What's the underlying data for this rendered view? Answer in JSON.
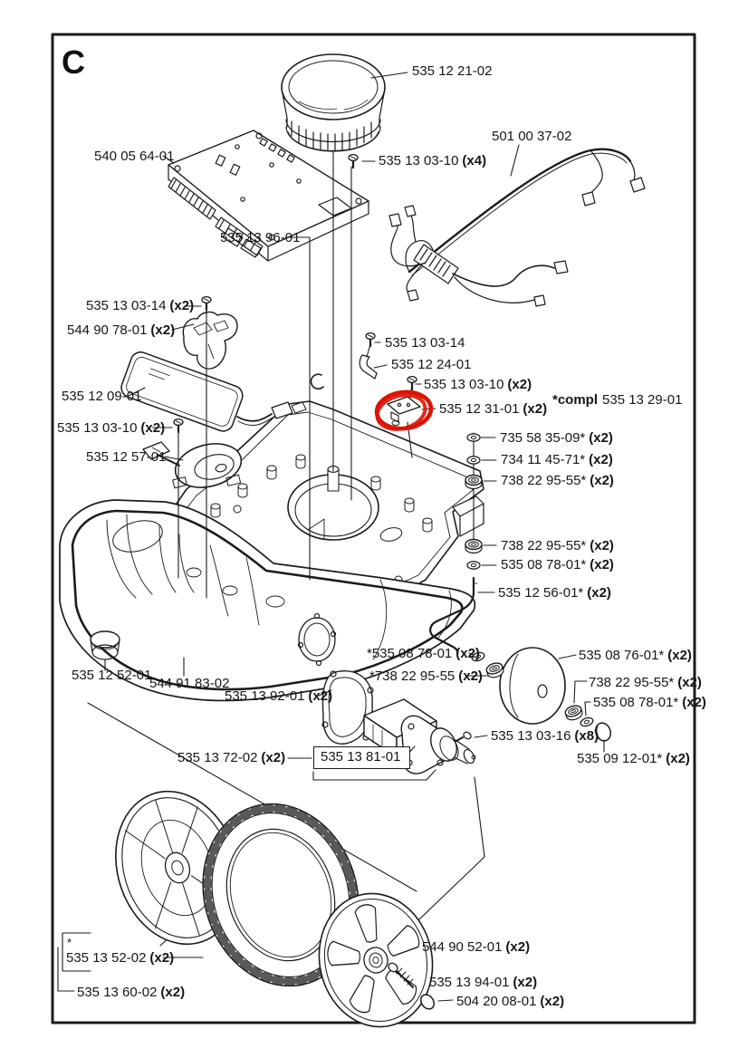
{
  "sheet": {
    "section": "C"
  },
  "colors": {
    "highlight": "#dd1405",
    "line": "#1b1b1b"
  },
  "note": {
    "prefix": "*compl",
    "number": "535 13 29-01"
  },
  "footnote": {
    "star": "*"
  },
  "labels": [
    {
      "num": "535 12 21-02",
      "qty": ""
    },
    {
      "num": "540 05 64-01",
      "qty": ""
    },
    {
      "num": "535 13 03-10",
      "qty": "(x4)"
    },
    {
      "num": "501 00 37-02",
      "qty": ""
    },
    {
      "num": "535 13 96-01",
      "qty": ""
    },
    {
      "num": "535 13 03-14",
      "qty": "(x2)"
    },
    {
      "num": "544 90 78-01",
      "qty": "(x2)"
    },
    {
      "num": "535 12 09-01",
      "qty": ""
    },
    {
      "num": "535 13 03-10",
      "qty": "(x2)"
    },
    {
      "num": "535 12 57-01",
      "qty": ""
    },
    {
      "num": "535 13 03-14",
      "qty": ""
    },
    {
      "num": "535 12 24-01",
      "qty": ""
    },
    {
      "num": "535 13 03-10",
      "qty": "(x2)"
    },
    {
      "num": "535 12 31-01",
      "qty": "(x2)"
    },
    {
      "num": "735 58 35-09*",
      "qty": "(x2)"
    },
    {
      "num": "734 11 45-71*",
      "qty": "(x2)"
    },
    {
      "num": "738 22 95-55*",
      "qty": "(x2)"
    },
    {
      "num": "738 22 95-55*",
      "qty": "(x2)"
    },
    {
      "num": "535 08 78-01*",
      "qty": "(x2)"
    },
    {
      "num": "535 12 56-01*",
      "qty": "(x2)"
    },
    {
      "num": "*535 08 78-01",
      "qty": "(x2)"
    },
    {
      "num": "*738 22 95-55",
      "qty": "(x2)"
    },
    {
      "num": "535 08 76-01*",
      "qty": "(x2)"
    },
    {
      "num": "738 22 95-55*",
      "qty": "(x2)"
    },
    {
      "num": "535 08 78-01*",
      "qty": "(x2)"
    },
    {
      "num": "535 09 12-01*",
      "qty": "(x2)"
    },
    {
      "num": "535 13 03-16",
      "qty": "(x8)"
    },
    {
      "num": "535 12 52-01",
      "qty": ""
    },
    {
      "num": "544 91 83-02",
      "qty": ""
    },
    {
      "num": "535 13 92-01",
      "qty": "(x2)"
    },
    {
      "num": "535 13 72-02",
      "qty": "(x2)"
    },
    {
      "num": "535 13 81-01",
      "qty": ""
    },
    {
      "num": "535 13 52-02",
      "qty": "(x2)"
    },
    {
      "num": "535 13 60-02",
      "qty": "(x2)"
    },
    {
      "num": "544 90 52-01",
      "qty": "(x2)"
    },
    {
      "num": "535 13 94-01",
      "qty": "(x2)"
    },
    {
      "num": "504 20 08-01",
      "qty": "(x2)"
    }
  ]
}
